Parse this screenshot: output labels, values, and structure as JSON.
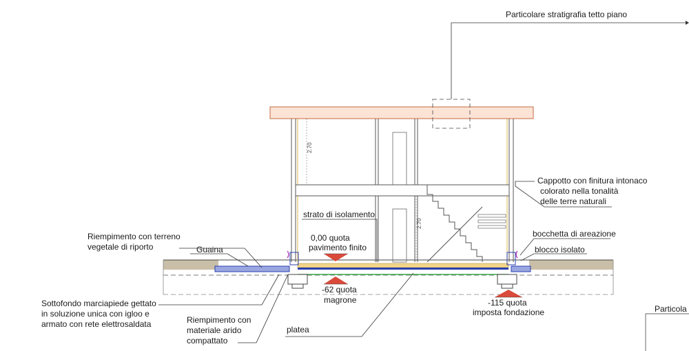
{
  "labels": {
    "roof_detail": "Particolare stratigrafia tetto piano",
    "coat_line1": "Cappotto con finitura intonaco",
    "coat_line2": "colorato nella tonalità",
    "coat_line3": "delle terre naturali",
    "isolation_layer": "strato di isolamento",
    "fill_soil_line1": "Riempimento con terreno",
    "fill_soil_line2": "vegetale di riporto",
    "sheath": "Guaina",
    "vent": "bocchetta di areazione",
    "block": "blocco isolato",
    "floor_line1": "0,00 quota",
    "floor_line2": "pavimento finito",
    "lean_line1": "-62 quota",
    "lean_line2": "magrone",
    "found_line1": "-115 quota",
    "found_line2": "imposta fondazione",
    "subbase_line1": "Sottofondo marciapiede gettato",
    "subbase_line2": "in soluzione unica con igloo e",
    "subbase_line3": "armato con rete elettrosaldata",
    "fill_gravel_line1": "Riempimento con",
    "fill_gravel_line2": "materiale arido",
    "fill_gravel_line3": "compattato",
    "slab": "platea",
    "detail_cut": "Particola",
    "dim_upper": "2.70",
    "dim_lower": "2.70"
  },
  "colors": {
    "roof_fill": "#fbe3d6",
    "roof_stroke": "#c46b3e",
    "insulation": "#2b3fae",
    "screed": "#f3d58a",
    "membrane_green": "#3aa84a",
    "soil": "#c9bea7",
    "arrow_red": "#d94a3a",
    "accent_magenta": "#b84ac0"
  }
}
